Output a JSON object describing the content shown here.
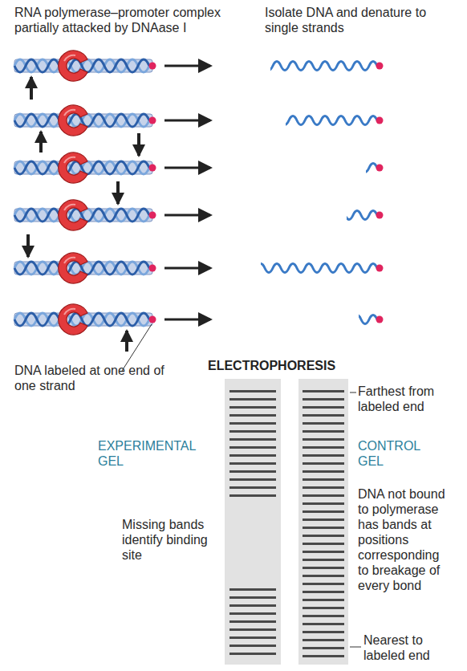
{
  "diagram": {
    "labels": [
      "RNA polymerase–promoter complex partially attacked by DNAase I",
      "Isolate DNA and denature to single strands",
      "DNA labeled at one end of one strand",
      "ELECTROPHORESIS",
      "EXPERIMENTAL GEL",
      "Missing bands identify binding site",
      "CONTROL GEL",
      "Farthest from labeled end",
      "DNA not bound to polymerase has bands at positions corresponding to breakage of every bond",
      "Nearest to labeled end"
    ]
  }
}
